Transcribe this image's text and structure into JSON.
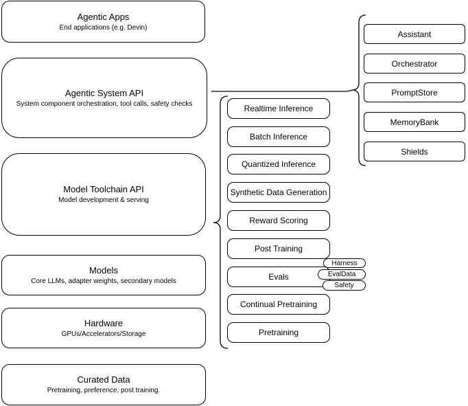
{
  "left_stack": [
    {
      "title": "Agentic Apps",
      "subtitle": "End applications (e.g. Devin)"
    },
    {
      "title": "Agentic System API",
      "subtitle": "System component orchestration, tool calls, safety checks"
    },
    {
      "title": "Model Toolchain API",
      "subtitle": "Model development & serving"
    },
    {
      "title": "Models",
      "subtitle": "Core LLMs, adapter weights, secondary models"
    },
    {
      "title": "Hardware",
      "subtitle": "GPUs/Accelerators/Storage"
    },
    {
      "title": "Curated Data",
      "subtitle": "Pretraining, preference, post training."
    }
  ],
  "toolchain_stack": {
    "items": [
      "Realtime Inference",
      "Batch Inference",
      "Quantized Inference",
      "Synthetic Data Generation",
      "Reward Scoring",
      "Post Training",
      "Evals",
      "Continual Pretraining",
      "Pretraining"
    ]
  },
  "evals_pills": [
    "Harness",
    "EvalData",
    "Safety"
  ],
  "system_stack": [
    "Assistant",
    "Orchestrator",
    "PromptStore",
    "MemoryBank",
    "Shields"
  ],
  "colors": {
    "stroke": "#000000",
    "box_fill": "#ffffff",
    "background": "#ffffff"
  }
}
